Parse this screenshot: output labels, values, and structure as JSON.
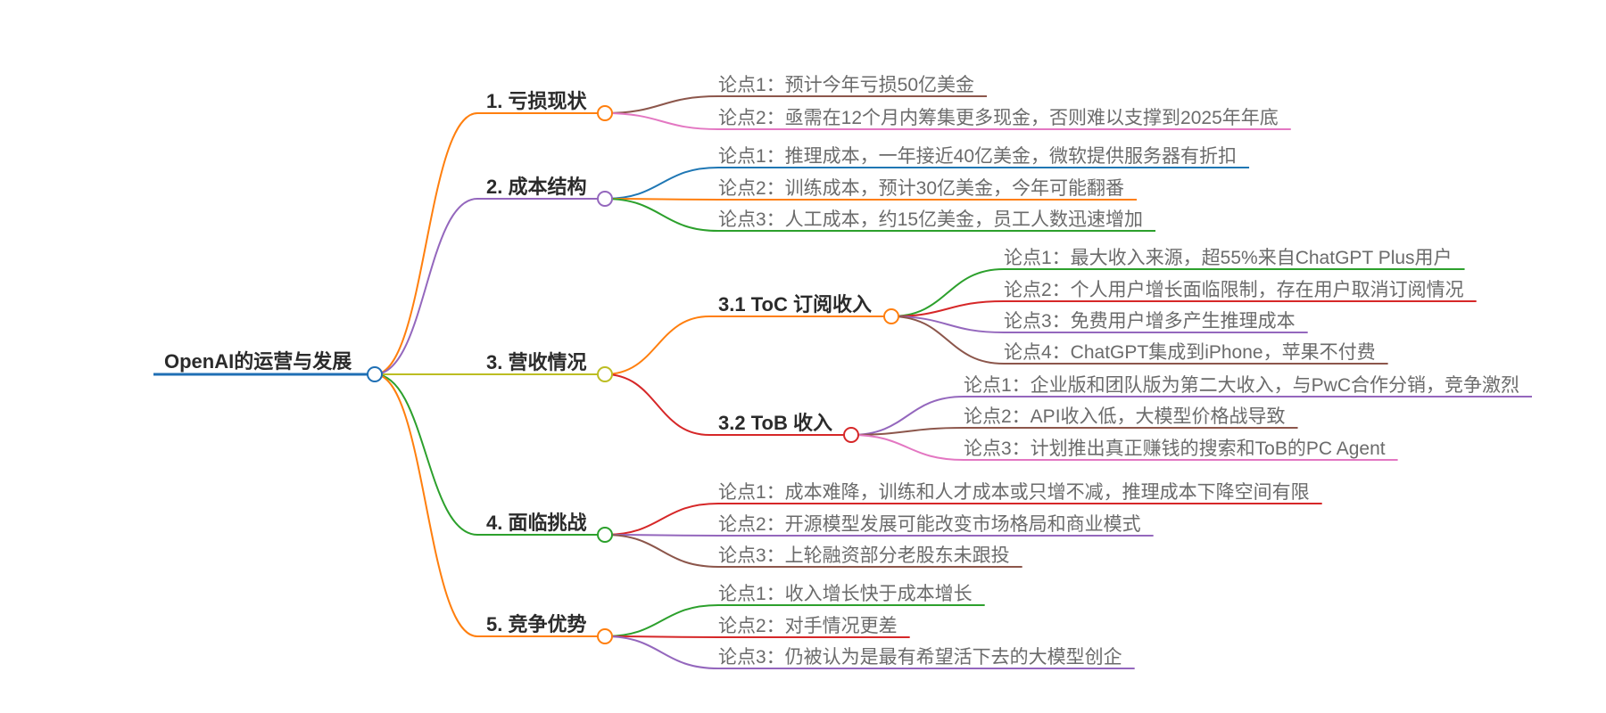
{
  "root": {
    "label": "OpenAI的运营与发展",
    "color": "#1f6fb4"
  },
  "branches": [
    {
      "label": "1. 亏损现状",
      "color": "#ff7f0e",
      "points": [
        {
          "label": "论点1：预计今年亏损50亿美金",
          "color": "#8c564b"
        },
        {
          "label": "论点2：亟需在12个月内筹集更多现金，否则难以支撑到2025年年底",
          "color": "#e377c2"
        }
      ]
    },
    {
      "label": "2. 成本结构",
      "color": "#9467bd",
      "points": [
        {
          "label": "论点1：推理成本，一年接近40亿美金，微软提供服务器有折扣",
          "color": "#1f77b4"
        },
        {
          "label": "论点2：训练成本，预计30亿美金，今年可能翻番",
          "color": "#ff7f0e"
        },
        {
          "label": "论点3：人工成本，约15亿美金，员工人数迅速增加",
          "color": "#2ca02c"
        }
      ]
    },
    {
      "label": "3. 营收情况",
      "color": "#bcbd22",
      "subs": [
        {
          "label": "3.1 ToC 订阅收入",
          "color": "#ff7f0e",
          "points": [
            {
              "label": "论点1：最大收入来源，超55%来自ChatGPT Plus用户",
              "color": "#2ca02c"
            },
            {
              "label": "论点2：个人用户增长面临限制，存在用户取消订阅情况",
              "color": "#d62728"
            },
            {
              "label": "论点3：免费用户增多产生推理成本",
              "color": "#9467bd"
            },
            {
              "label": "论点4：ChatGPT集成到iPhone，苹果不付费",
              "color": "#8c564b"
            }
          ]
        },
        {
          "label": "3.2 ToB 收入",
          "color": "#d62728",
          "points": [
            {
              "label": "论点1：企业版和团队版为第二大收入，与PwC合作分销，竞争激烈",
              "color": "#9467bd"
            },
            {
              "label": "论点2：API收入低，大模型价格战导致",
              "color": "#8c564b"
            },
            {
              "label": "论点3：计划推出真正赚钱的搜索和ToB的PC Agent",
              "color": "#e377c2"
            }
          ]
        }
      ]
    },
    {
      "label": "4. 面临挑战",
      "color": "#2ca02c",
      "points": [
        {
          "label": "论点1：成本难降，训练和人才成本或只增不减，推理成本下降空间有限",
          "color": "#d62728"
        },
        {
          "label": "论点2：开源模型发展可能改变市场格局和商业模式",
          "color": "#9467bd"
        },
        {
          "label": "论点3：上轮融资部分老股东未跟投",
          "color": "#8c564b"
        }
      ]
    },
    {
      "label": "5. 竞争优势",
      "color": "#ff7f0e",
      "points": [
        {
          "label": "论点1：收入增长快于成本增长",
          "color": "#2ca02c"
        },
        {
          "label": "论点2：对手情况更差",
          "color": "#d62728"
        },
        {
          "label": "论点3：仍被认为是最有希望活下去的大模型创企",
          "color": "#9467bd"
        }
      ]
    }
  ]
}
